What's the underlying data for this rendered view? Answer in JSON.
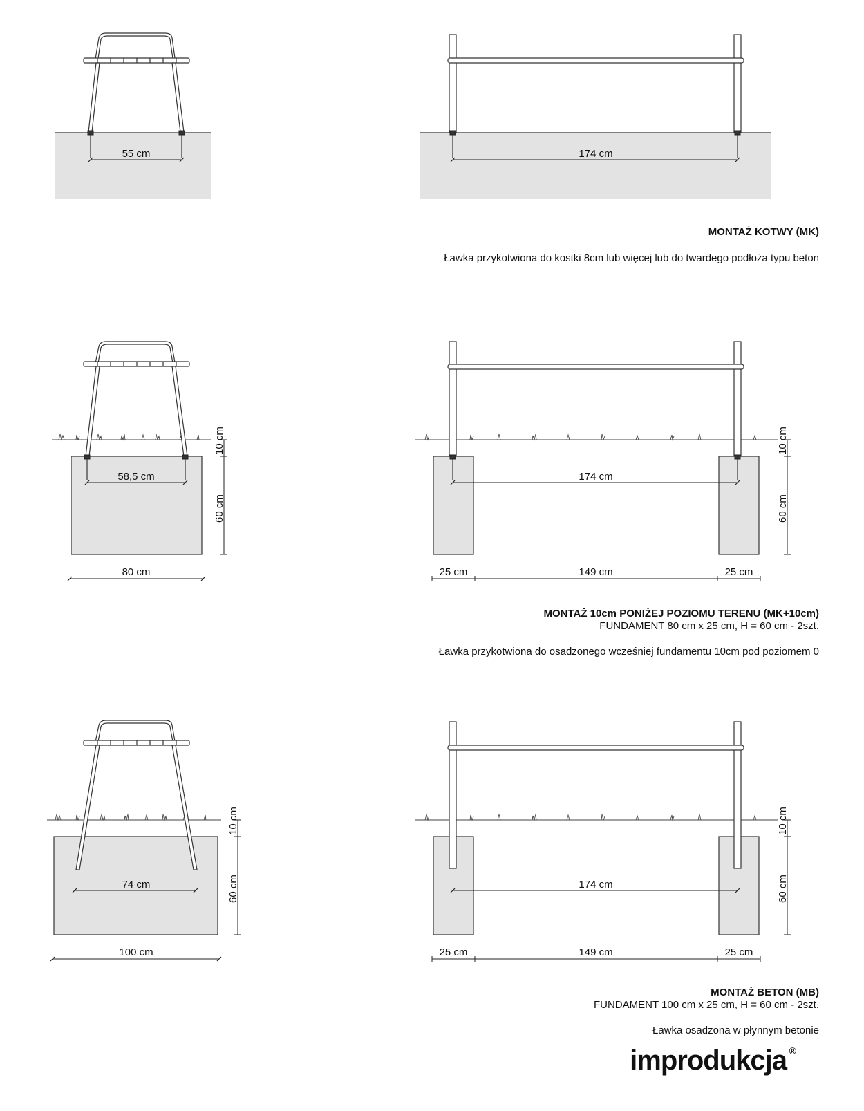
{
  "section_mk": {
    "side_width": "55 cm",
    "front_width": "174 cm",
    "title": "MONTAŻ KOTWY (MK)",
    "desc": "Ławka przykotwiona do kostki 8cm lub więcej lub do twardego podłoża typu beton"
  },
  "section_mk10": {
    "side_width": "58,5 cm",
    "side_found_width": "80 cm",
    "depth_above": "10 cm",
    "depth_found": "60 cm",
    "front_width": "174 cm",
    "front_left": "25 cm",
    "front_mid": "149 cm",
    "front_right": "25 cm",
    "front_depth_above": "10 cm",
    "front_depth_found": "60 cm",
    "title": "MONTAŻ 10cm PONIŻEJ POZIOMU TERENU (MK+10cm)",
    "subtitle": "FUNDAMENT 80 cm x 25 cm, H = 60 cm - 2szt.",
    "desc": "Ławka przykotwiona do osadzonego wcześniej fundamentu 10cm pod poziomem 0"
  },
  "section_mb": {
    "side_width": "74 cm",
    "side_found_width": "100 cm",
    "depth_above": "10 cm",
    "depth_found": "60 cm",
    "front_width": "174 cm",
    "front_left": "25 cm",
    "front_mid": "149 cm",
    "front_right": "25 cm",
    "front_depth_above": "10 cm",
    "front_depth_found": "60 cm",
    "title": "MONTAŻ BETON (MB)",
    "subtitle": "FUNDAMENT 100 cm x 25 cm, H = 60 cm - 2szt.",
    "desc": "Ławka osadzona w płynnym betonie"
  },
  "logo": {
    "text": "improdukcja",
    "mark": "®"
  }
}
